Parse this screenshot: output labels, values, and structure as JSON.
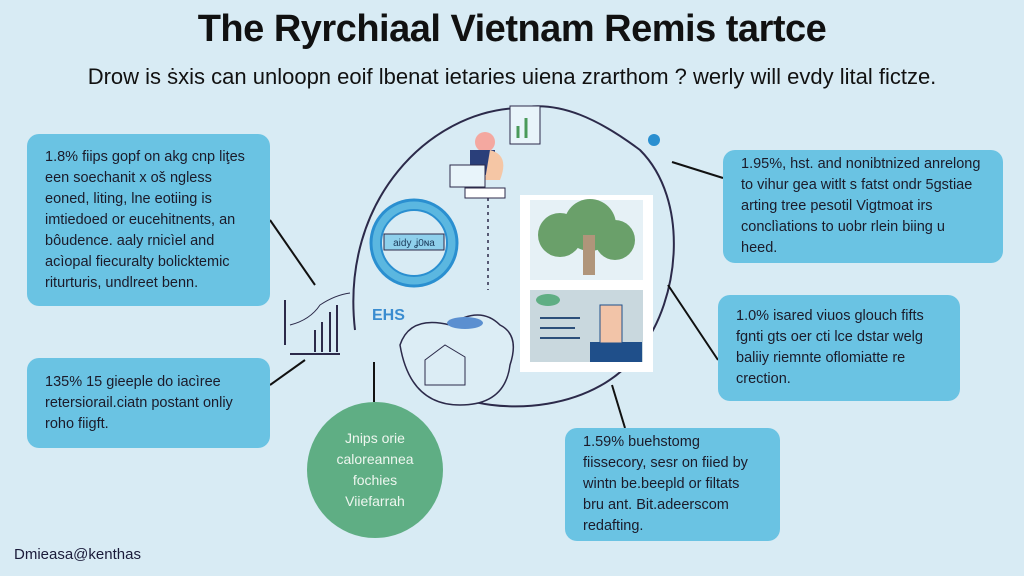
{
  "header": {
    "title": "The Ryrchiaal Vietnam Remis tartce",
    "subtitle": "Drow is ṡxis can unloopn eoif lbenat ietaries uiena zrarthom ? werly will evdy lital fictze."
  },
  "notes": [
    {
      "text": "1.8% fiips gopf on akg cnp liţes een soechanit x oš ngless eoned, liting, lne eotiing is imtiedoed or eucehitnents, an bôudence. aaly rnicìel and acìopal fiecuralty bolicktemic riturturis, undlreet benn."
    },
    {
      "text": "135% 15 gieeple do iacìree retersiorail.ciatn postant onliy roho fiigft."
    },
    {
      "text": "1.95%, hst. and nonibtnized anrelong to vihur gea witlt s fatst ondr 5gstiae arting tree pesotil Vigtmoat irs conclìations to uobr rlein biing u heed."
    },
    {
      "text": "1.0% isared viuos glouch fifts fgnti gts oer cti lce dstar welg baliiy riemnte oflomiatte re crection."
    },
    {
      "text": "1.59% buehstomg fiissecory, sesr on fiied by wintn be.beepld or filtats bru ant. Bit.adeerscom redafting."
    }
  ],
  "circle_note": {
    "text": "Jnips orie caloreannea fochies Viiefarrah"
  },
  "illustration_labels": {
    "badge": "aidy ʝ0ɴa",
    "bars_label": "EHS"
  },
  "footer": {
    "text": "Dmieasa@kenthas"
  },
  "colors": {
    "background": "#d8ebf4",
    "box": "#6ac3e3",
    "circle": "#5fae84",
    "accent": "#2a8fd0"
  }
}
